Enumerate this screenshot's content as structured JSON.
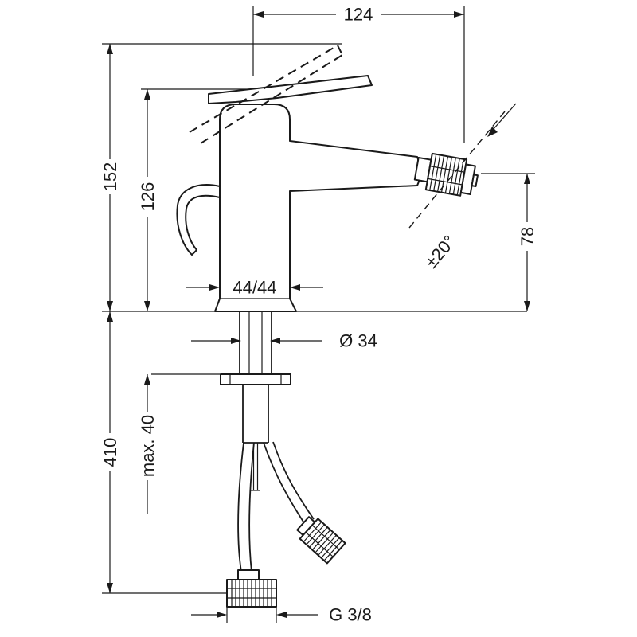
{
  "colors": {
    "line": "#1a1a1a",
    "background": "#ffffff"
  },
  "labels": {
    "top_width": "124",
    "total_height": "152",
    "body_height": "126",
    "spout_height": "78",
    "swivel_angle": "±20°",
    "base_halves": "44/44",
    "hole_diameter": "Ø 34",
    "below_counter_depth": "410",
    "max_mount_thickness": "max. 40",
    "thread_size": "G 3/8"
  }
}
